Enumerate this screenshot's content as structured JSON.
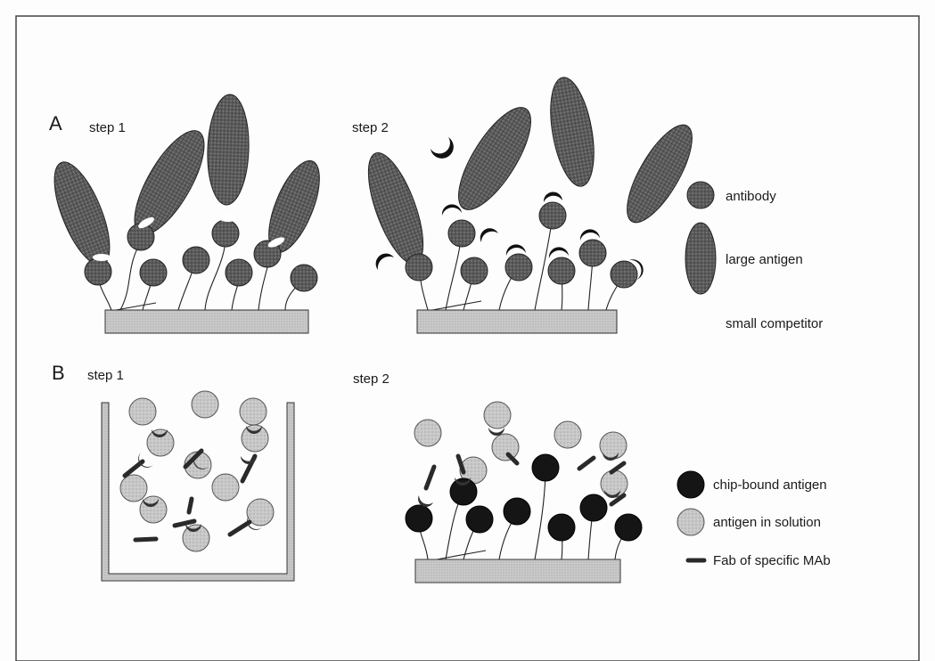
{
  "panels": {
    "a": {
      "letter": "A",
      "step1": "step 1",
      "step2": "step 2"
    },
    "b": {
      "letter": "B",
      "step1": "step 1",
      "step2": "step 2"
    }
  },
  "legend_a": {
    "antibody": "antibody",
    "large_antigen": "large antigen",
    "small_competitor": "small competitor"
  },
  "legend_b": {
    "chip_bound_antigen": "chip-bound antigen",
    "antigen_in_solution": "antigen in solution",
    "fab": "Fab of specific MAb"
  },
  "colors": {
    "dark": "#3c3c3c",
    "black": "#111111",
    "chip": "#bdbdbd",
    "light_antigen": "#c4c4c4",
    "frame": "#444444"
  }
}
